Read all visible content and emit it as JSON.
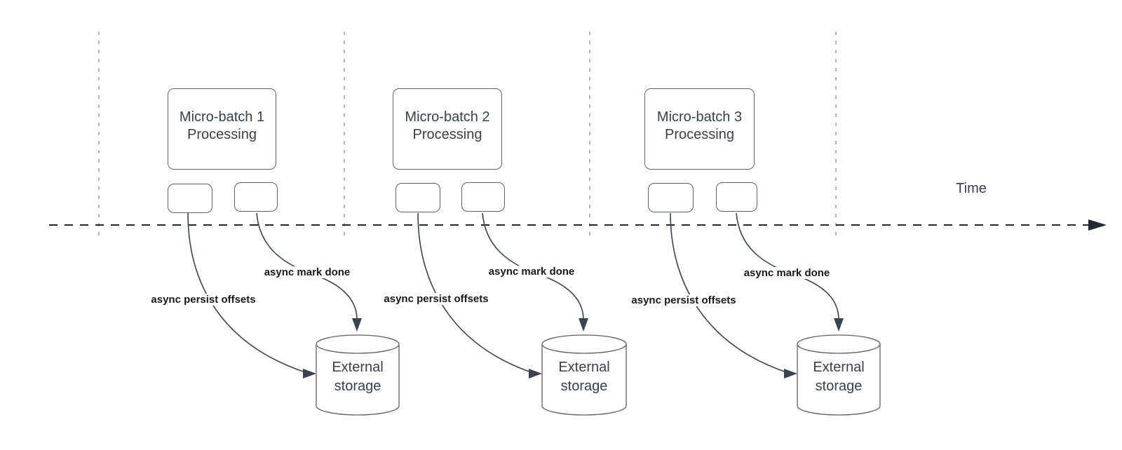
{
  "time_axis": {
    "label": "Time"
  },
  "batches": [
    {
      "box_label_line1": "Micro-batch 1",
      "box_label_line2": "Processing",
      "persist_arrow_label": "async persist offsets",
      "mark_done_arrow_label": "async mark done",
      "storage_label": "External storage"
    },
    {
      "box_label_line1": "Micro-batch 2",
      "box_label_line2": "Processing",
      "persist_arrow_label": "async persist offsets",
      "mark_done_arrow_label": "async mark done",
      "storage_label": "External storage"
    },
    {
      "box_label_line1": "Micro-batch 3",
      "box_label_line2": "Processing",
      "persist_arrow_label": "async persist offsets",
      "mark_done_arrow_label": "async mark done",
      "storage_label": "External storage"
    }
  ],
  "colors": {
    "shape_stroke": "#5a6270",
    "text": "#39404d",
    "label_text": "#16191f",
    "arrow_stroke": "#3b4350",
    "timeline": "#23272f",
    "gridline": "#a4a4a4",
    "canvas_bg": "#ffffff"
  }
}
